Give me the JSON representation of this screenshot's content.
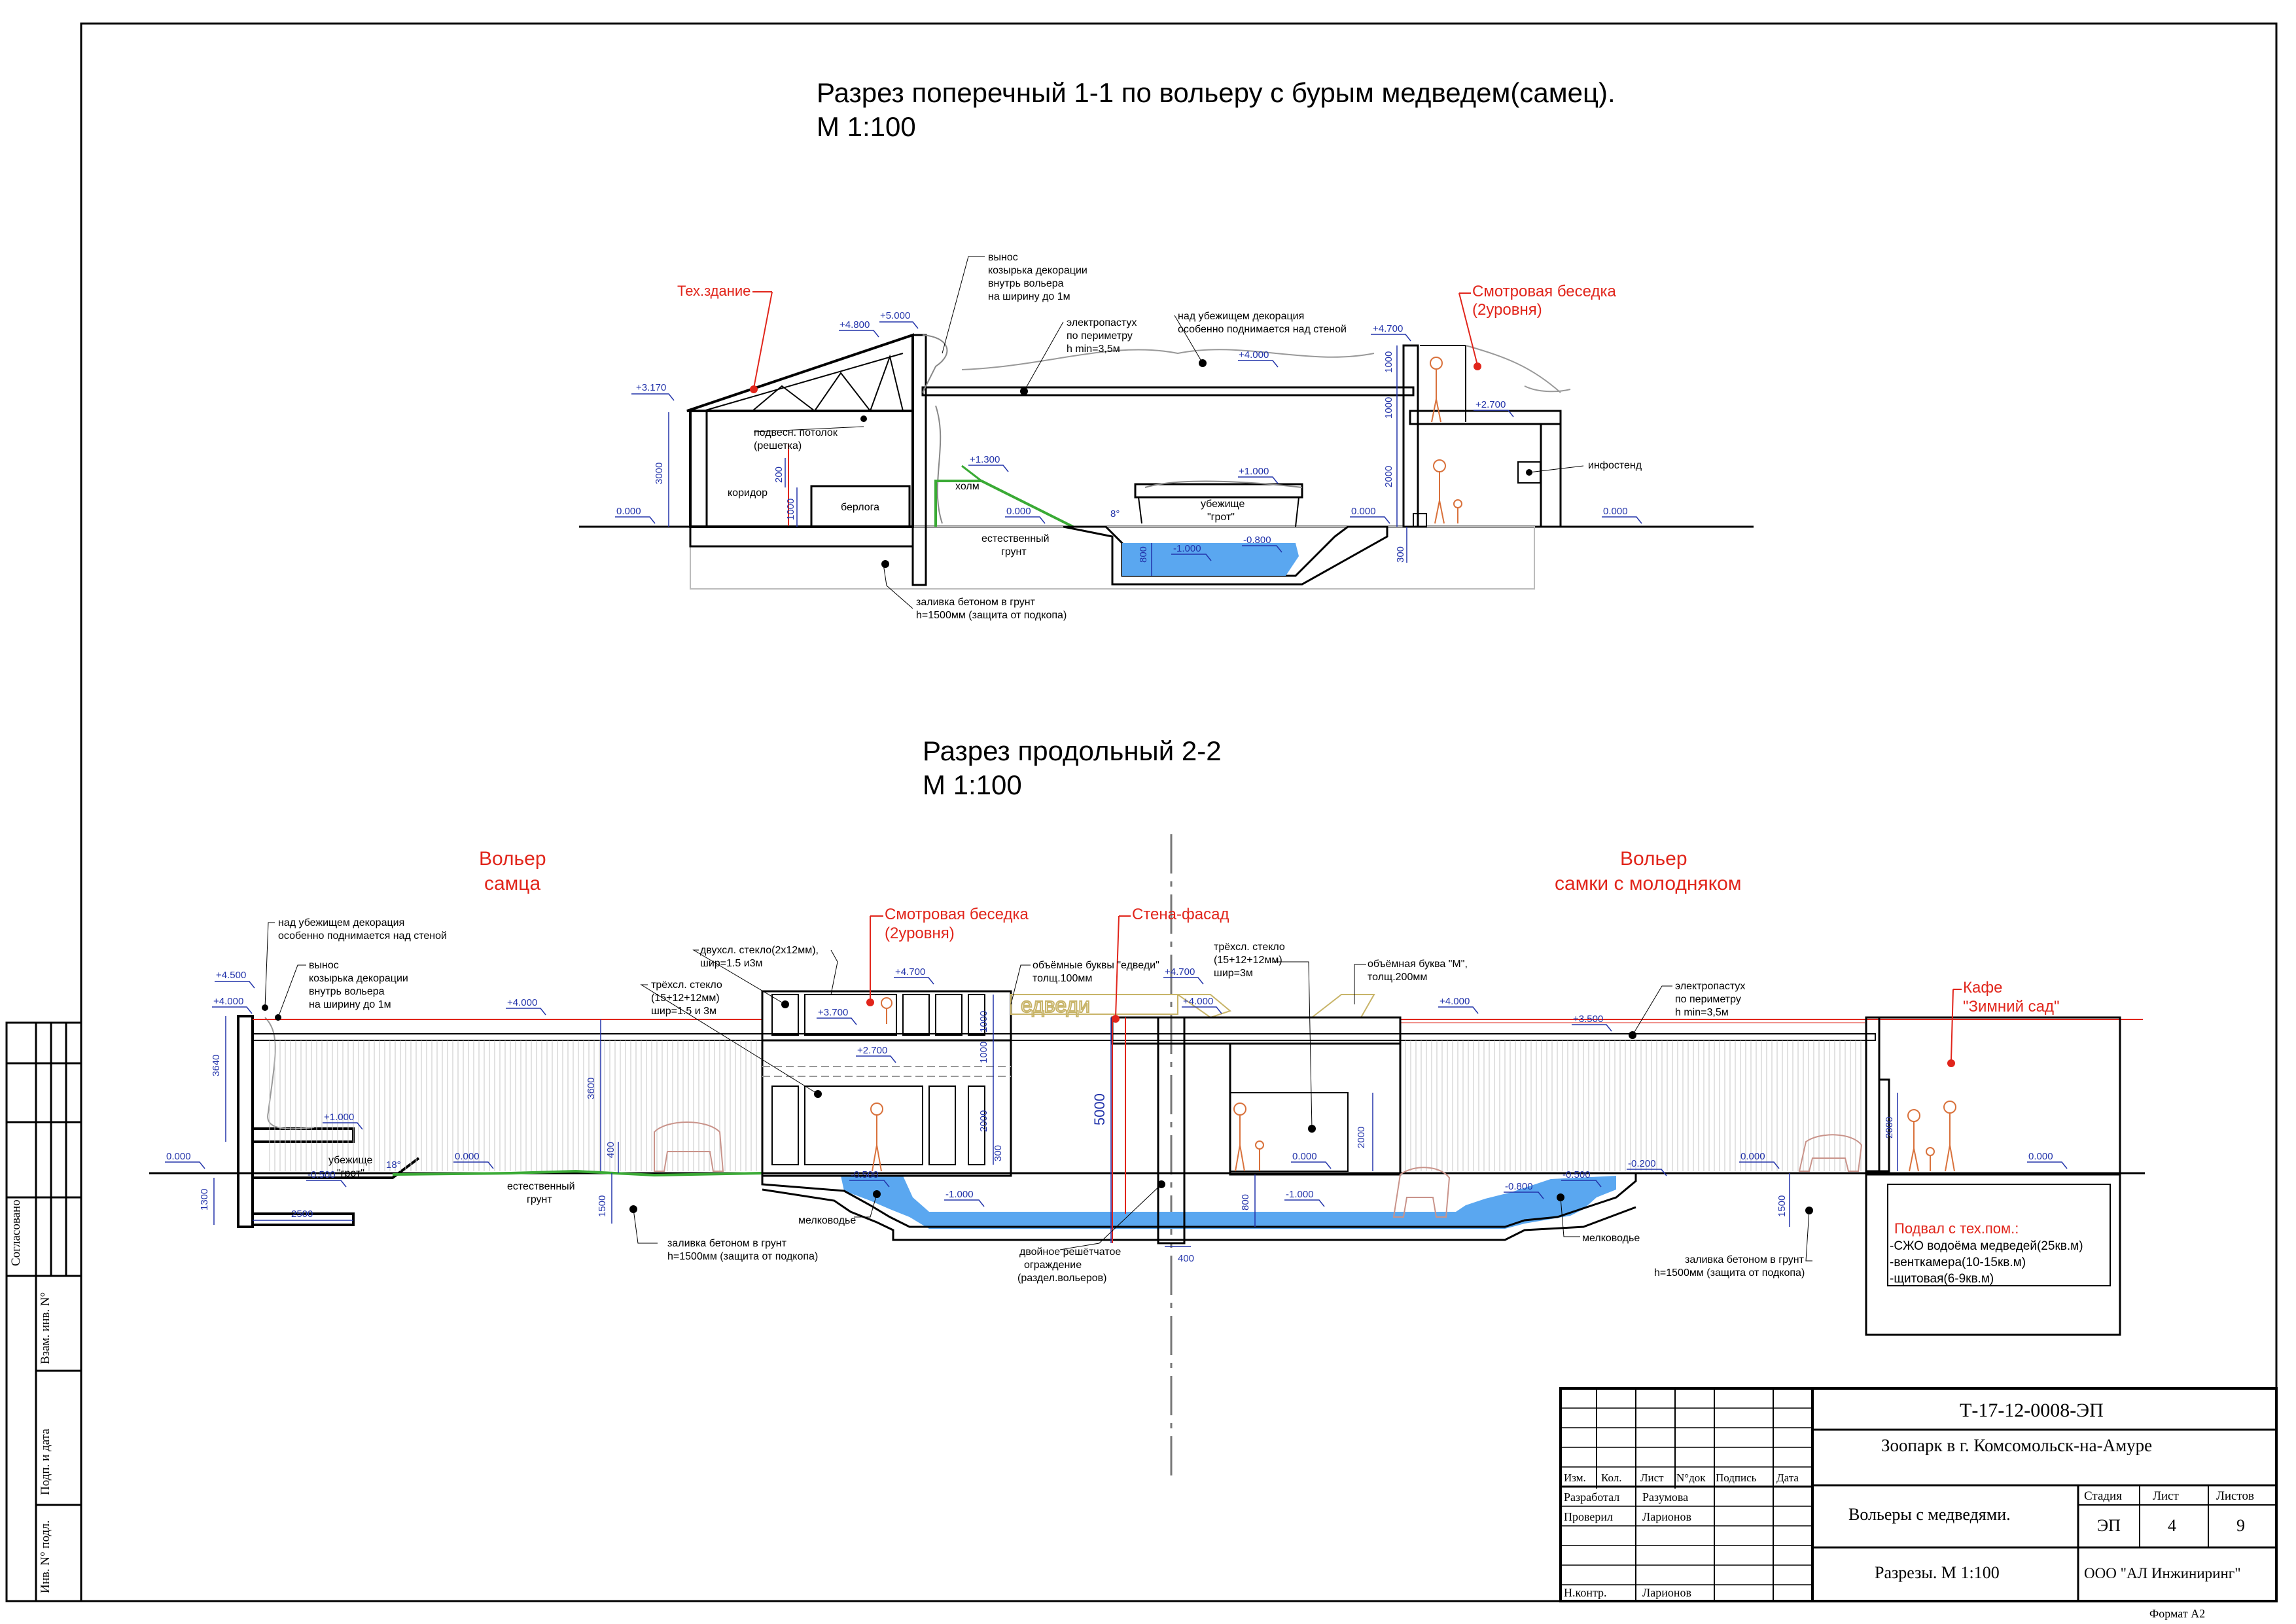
{
  "section1": {
    "title": "Разрез  поперечный 1-1 по вольеру с бурым медведем(самец).",
    "scale": "М 1:100",
    "labels": {
      "tech_building": "Тех.здание",
      "observation": "Смотровая беседка",
      "observation_levels": "(2уровня)",
      "decor_out_1": "вынос",
      "decor_out_2": "козырька декорации",
      "decor_out_3": "внутрь вольера",
      "decor_out_4": "на ширину до 1м",
      "electric_1": "электропастух",
      "electric_2": "по периметру",
      "electric_3": "h min=3,5м",
      "decor_rise_1": "над убежищем декорация",
      "decor_rise_2": "особенно поднимается над стеной",
      "ceiling_1": "подвесн. потолок",
      "ceiling_2": "(решетка)",
      "corridor": "коридор",
      "den": "берлога",
      "hill": "холм",
      "natural_1": "естественный",
      "natural_2": "грунт",
      "refuge_1": "убежище",
      "refuge_2": "\"грот\"",
      "infostand": "инфостенд",
      "concrete_1": "заливка бетоном в грунт",
      "concrete_2": "h=1500мм (защита от подкопа)"
    },
    "dims": {
      "l_3170": "+3.170",
      "l_4800": "+4.800",
      "l_5000": "+5.000",
      "l_4000": "+4.000",
      "l_4700": "+4.700",
      "l_2700": "+2.700",
      "l_1300": "+1.300",
      "l_0_a": "0.000",
      "l_0_b": "0.000",
      "l_0_c": "0.000",
      "l_0_d": "0.000",
      "l_m1000": "-1.000",
      "l_m0800": "-0.800",
      "d_3000": "3000",
      "d_200": "200",
      "d_1000": "1000",
      "d_1000b": "1000",
      "d_1000c": "1000",
      "d_2000": "2000",
      "d_800": "800",
      "d_300": "300",
      "angle": "8°",
      "l_1000": "+1.000"
    }
  },
  "section2": {
    "title": "Разрез  продольный 2-2",
    "scale": "М 1:100",
    "labels": {
      "male_enc_1": "Вольер",
      "male_enc_2": "самца",
      "female_enc_1": "Вольер",
      "female_enc_2": "самки с молодняком",
      "observation": "Смотровая беседка",
      "observation_levels": "(2уровня)",
      "facade": "Стена-фасад",
      "cafe_1": "Кафе",
      "cafe_2": "\"Зимний сад\"",
      "decor_rise_1": "над убежищем декорация",
      "decor_rise_2": "особенно поднимается над стеной",
      "decor_out_1": "вынос",
      "decor_out_2": "козырька декорации",
      "decor_out_3": "внутрь вольера",
      "decor_out_4": "на ширину до 1м",
      "glass2_1": "двухсл. стекло(2х12мм),",
      "glass2_2": "шир=1.5 и3м",
      "glass3_1": "трёхсл. стекло",
      "glass3_2": "(15+12+12мм)",
      "glass3_3": "шир=1.5 и 3м",
      "letters_1": "объёмные буквы \"едведи\"",
      "letters_2": "толщ.100мм",
      "glass3b_1": "трёхсл. стекло",
      "glass3b_2": "(15+12+12мм)",
      "glass3b_3": "шир=3м",
      "letterM_1": "объёмная буква \"М\",",
      "letterM_2": "толщ.200мм",
      "electric_1": "электропастух",
      "electric_2": "по периметру",
      "electric_3": "h min=3,5м",
      "refuge_1": "убежище",
      "refuge_2": "\"грот\"",
      "natural_1": "естественный",
      "natural_2": "грунт",
      "shallow_a": "мелководье",
      "shallow_b": "мелководье",
      "fence_1": "двойное решётчатое",
      "fence_2": "ограждение",
      "fence_3": "(раздел.вольеров)",
      "concrete_a1": "заливка бетоном в грунт",
      "concrete_a2": "h=1500мм (защита от подкопа)",
      "concrete_b1": "заливка бетоном в грунт",
      "concrete_b2": "h=1500мм (защита от подкопа)",
      "sign_text": "едведи",
      "basement_title": "Подвал с тех.пом.:",
      "basement_1": "-СЖО водоёма медведей(25кв.м)",
      "basement_2": "-венткамера(10-15кв.м)",
      "basement_3": "-щитовая(6-9кв.м)"
    },
    "dims": {
      "l_4500": "+4.500",
      "l_4000a": "+4.000",
      "l_4000b": "+4.000",
      "l_4000c": "+4.000",
      "l_4000d": "+4.000",
      "l_3700": "+3.700",
      "l_4700a": "+4.700",
      "l_4700b": "+4.700",
      "l_2700": "+2.700",
      "l_3500": "+3.500",
      "l_1000": "+1.000",
      "l_0_a": "0.000",
      "l_0_b": "0.000",
      "l_0_c": "0.000",
      "l_0_d": "0.000",
      "l_0_e": "0.000",
      "l_m0500a": "-0.500",
      "l_m0500b": "-0.500",
      "l_m0500c": "-0.500",
      "l_m1000a": "-1.000",
      "l_m1000b": "-1.000",
      "l_m0800": "-0.800",
      "l_m0200": "-0.200",
      "d_3640": "3640",
      "d_1300": "1300",
      "d_2500": "2500",
      "d_3600": "3600",
      "d_400a": "400",
      "d_400b": "400",
      "d_1500a": "1500",
      "d_1500b": "1500",
      "d_1000a": "1000",
      "d_1000b": "1000",
      "d_2000a": "2000",
      "d_2000b": "2000",
      "d_2000c": "2000",
      "d_300": "300",
      "d_5000": "5000",
      "d_800": "800",
      "angle": "18°"
    }
  },
  "side_stamp": {
    "agreed": "Согласовано",
    "inv_replace": "Взам. инв. N°",
    "sign_date": "Подп. и дата",
    "inv_orig": "Инв. N° подл."
  },
  "title_block": {
    "code": "Т-17-12-0008-ЭП",
    "project": "Зоопарк  в г.  Комсомольск-на-Амуре",
    "object": "Вольеры с медведями.",
    "sheet_title": "Разрезы.  М 1:100",
    "company": "ООО \"АЛ Инжиниринг\"",
    "col_izm": "Изм.",
    "col_kol": "Кол.",
    "col_list": "Лист",
    "col_ndok": "N°док",
    "col_podpis": "Подпись",
    "col_data": "Дата",
    "developed_label": "Разработал",
    "developed_name": "Разумова",
    "checked_label": "Проверил",
    "checked_name": "Ларионов",
    "nkontr_label": "Н.контр.",
    "nkontr_name": "Ларионов",
    "stage_label": "Стадия",
    "sheet_label": "Лист",
    "sheets_label": "Листов",
    "stage": "ЭП",
    "sheet": "4",
    "sheets": "9",
    "format": "Формат  А2"
  },
  "colors": {
    "line": "#000000",
    "red": "#e1251b",
    "dim_blue": "#2233aa",
    "water": "#5aa7f0",
    "grass": "#3aaa35",
    "figure": "#d9713b",
    "bear": "#c9938a",
    "tan": "#c8b468",
    "gray": "#9a9a9a"
  }
}
